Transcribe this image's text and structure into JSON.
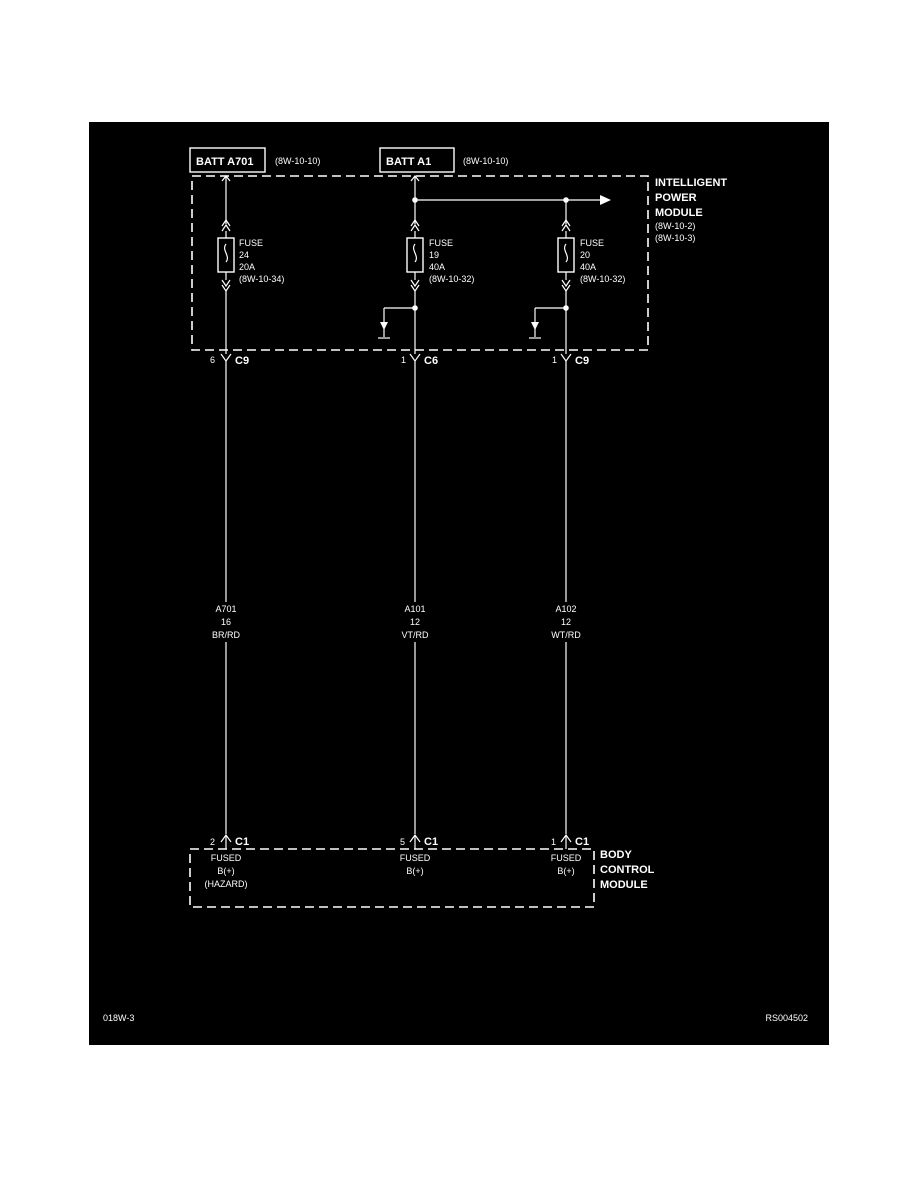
{
  "sources": [
    {
      "name": "BATT A701",
      "ref": "(8W-10-10)"
    },
    {
      "name": "BATT A1",
      "ref": "(8W-10-10)"
    }
  ],
  "ipm": {
    "title_lines": [
      "INTELLIGENT",
      "POWER",
      "MODULE"
    ],
    "refs": [
      "(8W-10-2)",
      "(8W-10-3)"
    ]
  },
  "fuses": [
    {
      "label": "FUSE",
      "number": "24",
      "rating": "20A",
      "ref": "(8W-10-34)"
    },
    {
      "label": "FUSE",
      "number": "19",
      "rating": "40A",
      "ref": "(8W-10-32)"
    },
    {
      "label": "FUSE",
      "number": "20",
      "rating": "40A",
      "ref": "(8W-10-32)"
    }
  ],
  "top_connectors": [
    {
      "pin": "6",
      "name": "C9"
    },
    {
      "pin": "1",
      "name": "C6"
    },
    {
      "pin": "1",
      "name": "C9"
    }
  ],
  "wires": [
    {
      "circuit": "A701",
      "gauge": "16",
      "color": "BR/RD"
    },
    {
      "circuit": "A101",
      "gauge": "12",
      "color": "VT/RD"
    },
    {
      "circuit": "A102",
      "gauge": "12",
      "color": "WT/RD"
    }
  ],
  "bottom_connectors": [
    {
      "pin": "2",
      "name": "C1"
    },
    {
      "pin": "5",
      "name": "C1"
    },
    {
      "pin": "1",
      "name": "C1"
    }
  ],
  "bcm": {
    "title_lines": [
      "BODY",
      "CONTROL",
      "MODULE"
    ],
    "terminals": [
      [
        "FUSED",
        "B(+)",
        "(HAZARD)"
      ],
      [
        "FUSED",
        "B(+)"
      ],
      [
        "FUSED",
        "B(+)"
      ]
    ]
  },
  "footer": {
    "left": "018W-3",
    "right": "RS004502"
  },
  "colors": {
    "background": "#000000",
    "line": "#ffffff"
  }
}
